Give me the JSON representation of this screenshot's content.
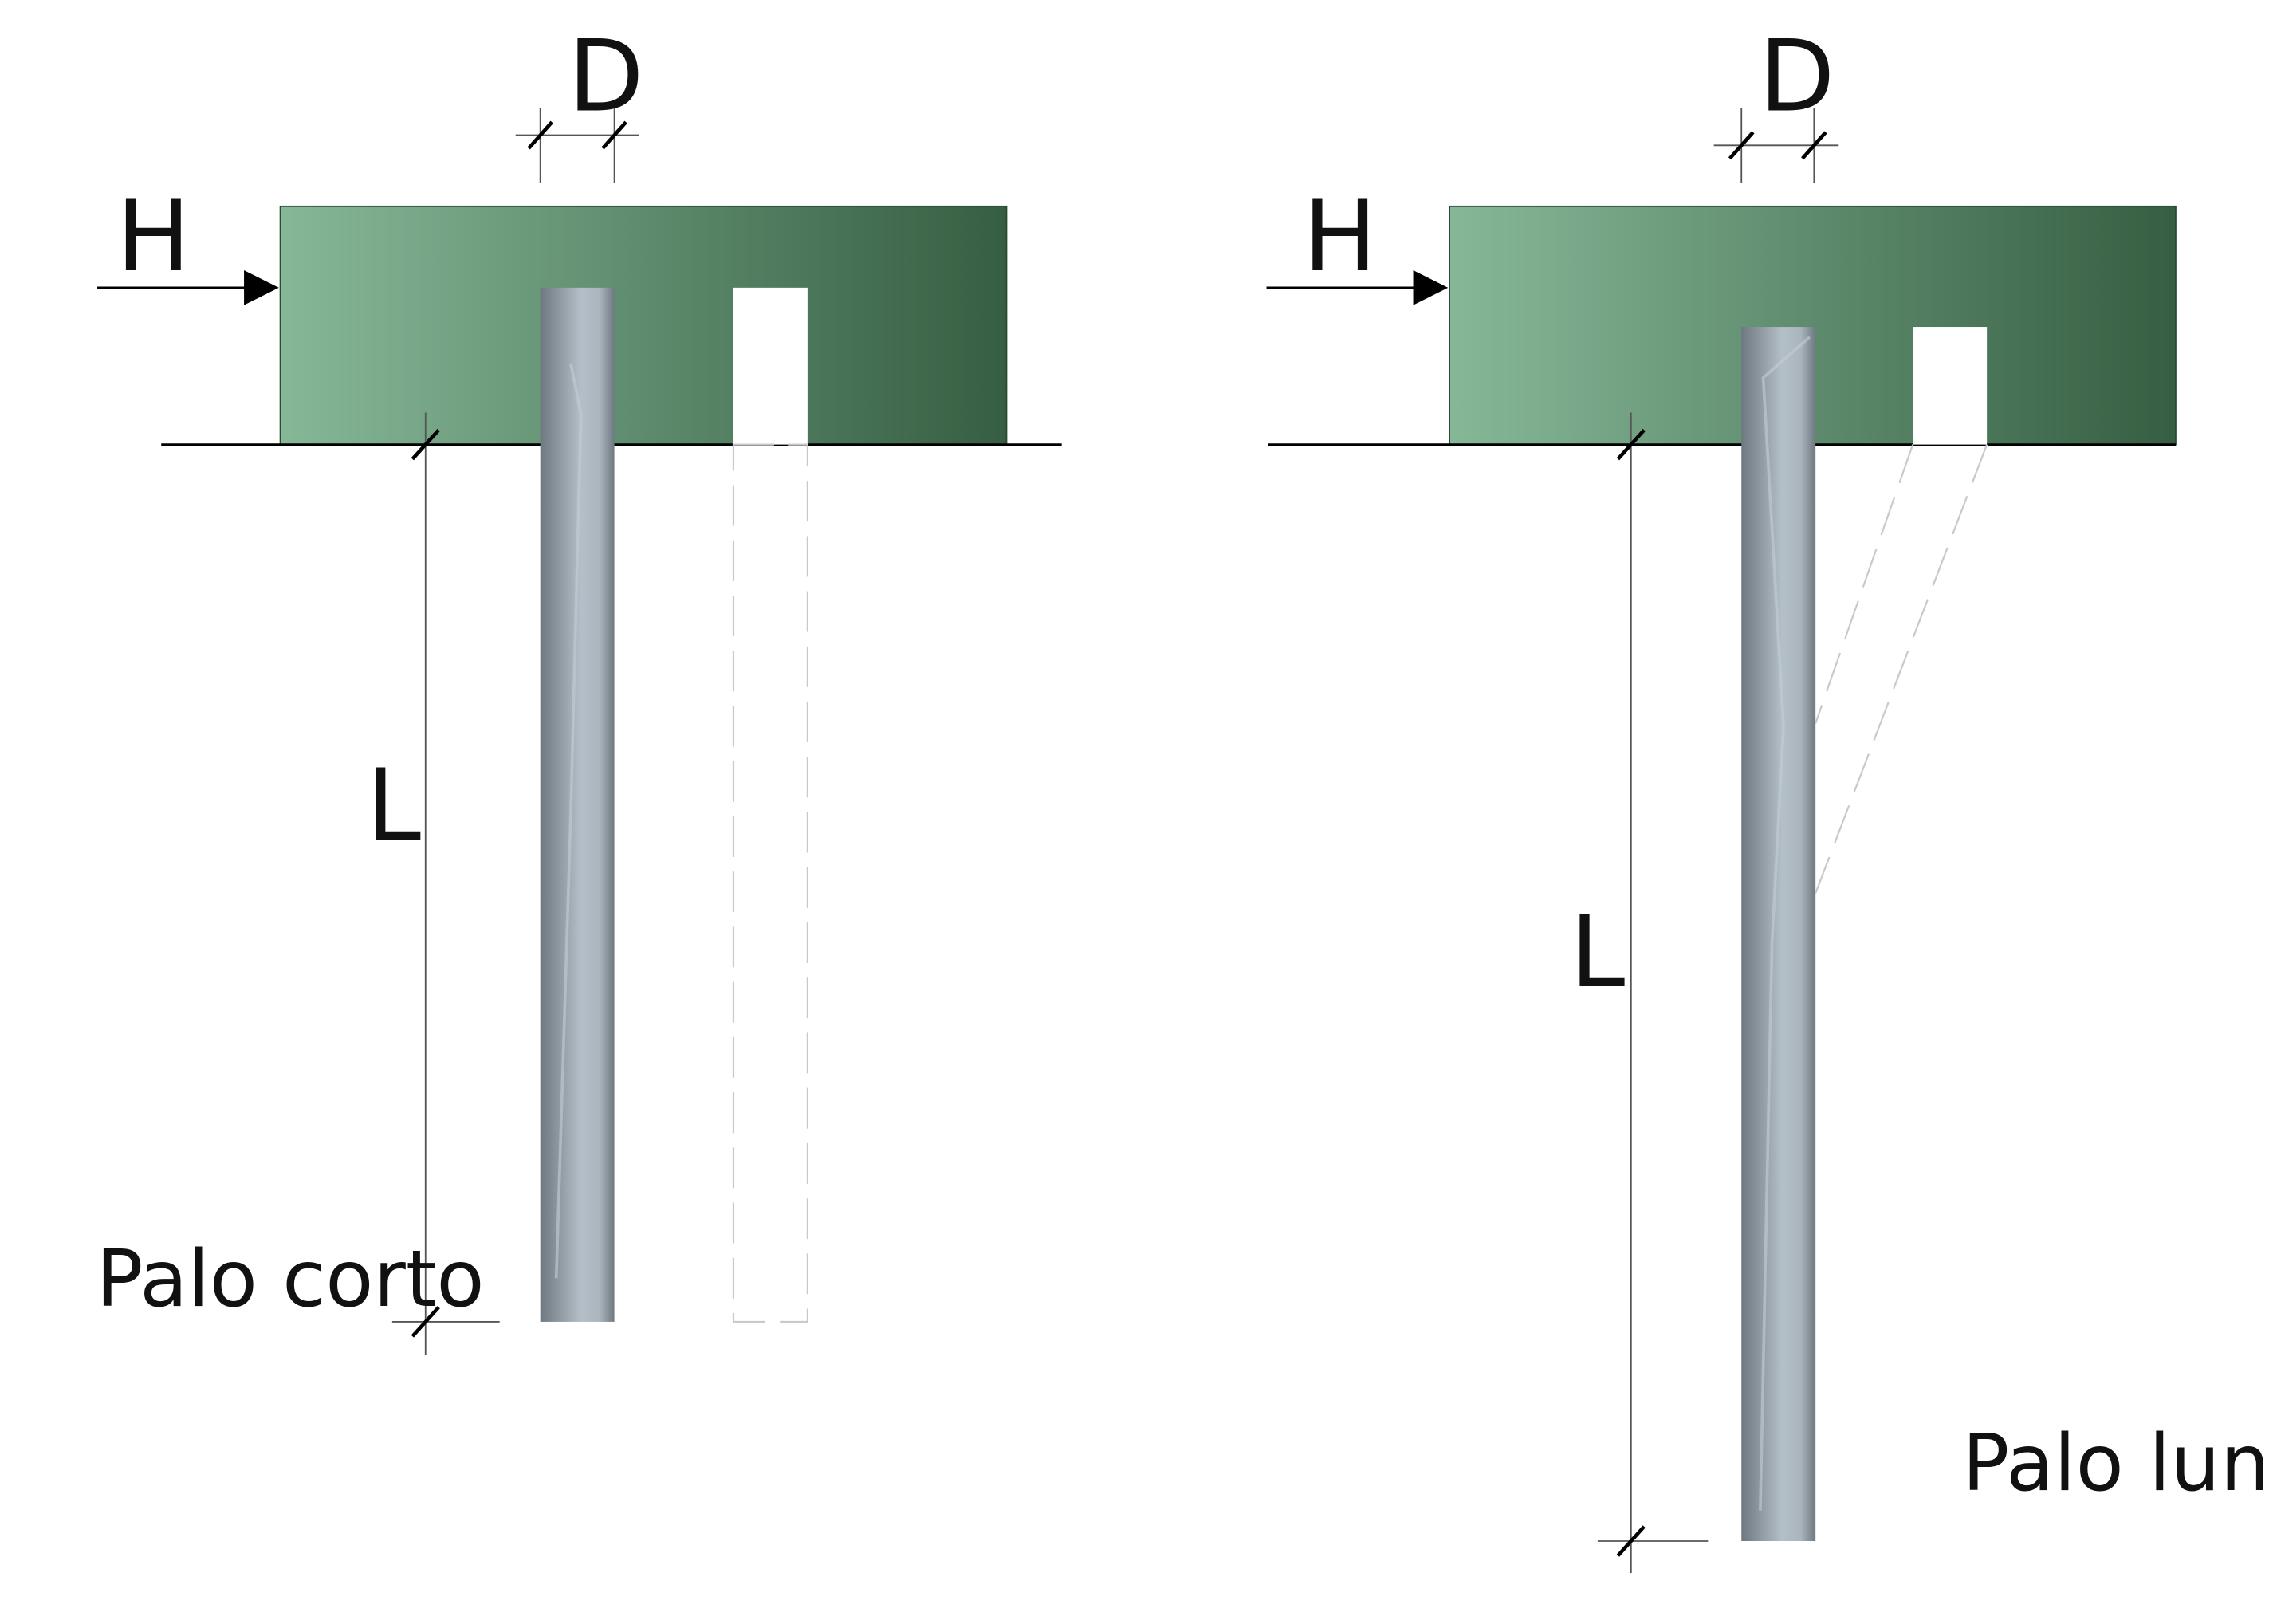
{
  "diagram": {
    "left_panel": {
      "force_label": "H",
      "diameter_label": "D",
      "length_label": "L",
      "caption": "Palo corto"
    },
    "right_panel": {
      "force_label": "H",
      "diameter_label": "D",
      "length_label": "L",
      "caption": "Palo lungo"
    },
    "colors": {
      "cap_light": "#86b898",
      "cap_dark": "#365e42",
      "pile_edge": "#6e7880",
      "pile_mid": "#b4bfc8",
      "line": "#000000",
      "dim_line": "#555555",
      "dashed": "#c9c9c9"
    }
  }
}
